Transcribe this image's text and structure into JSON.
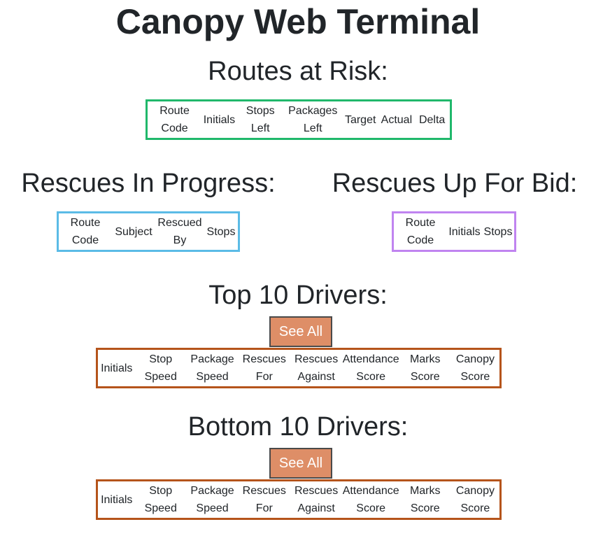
{
  "title": "Canopy Web Terminal",
  "routes_at_risk": {
    "heading": "Routes at Risk:",
    "columns": [
      "Route Code",
      "Initials",
      "Stops Left",
      "Packages Left",
      "Target",
      "Actual",
      "Delta"
    ]
  },
  "rescues_in_progress": {
    "heading": "Rescues In Progress:",
    "columns": [
      "Route Code",
      "Subject",
      "Rescued By",
      "Stops"
    ]
  },
  "rescues_up_for_bid": {
    "heading": "Rescues Up For Bid:",
    "columns": [
      "Route Code",
      "Initials",
      "Stops"
    ]
  },
  "top_drivers": {
    "heading": "Top 10 Drivers:",
    "button_label": "See All",
    "columns": [
      "Initials",
      "Stop Speed",
      "Package Speed",
      "Rescues For",
      "Rescues Against",
      "Attendance Score",
      "Marks Score",
      "Canopy Score"
    ]
  },
  "bottom_drivers": {
    "heading": "Bottom 10 Drivers:",
    "button_label": "See All",
    "columns": [
      "Initials",
      "Stop Speed",
      "Package Speed",
      "Rescues For",
      "Rescues Against",
      "Attendance Score",
      "Marks Score",
      "Canopy Score"
    ]
  },
  "colors": {
    "routes_border": "#20b86b",
    "in_progress_border": "#5bbbe6",
    "up_for_bid_border": "#c084f0",
    "drivers_border": "#b5541b",
    "button_bg": "#de8e67"
  }
}
